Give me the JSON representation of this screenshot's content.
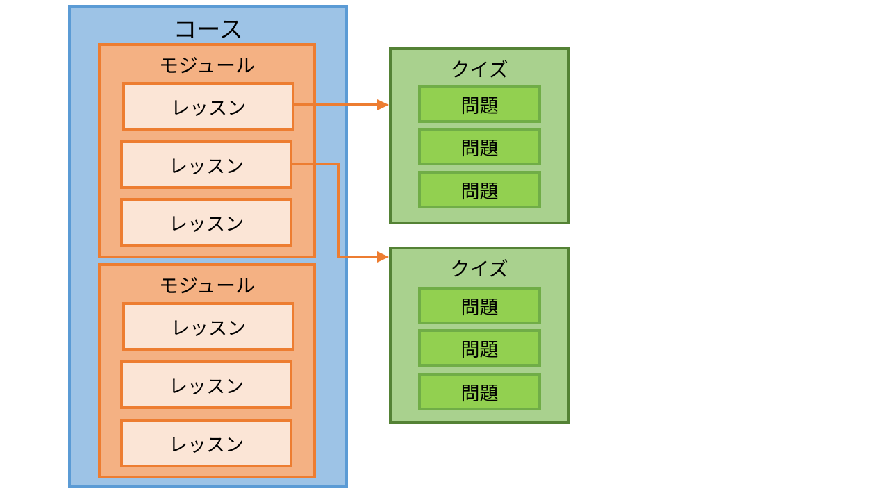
{
  "course": {
    "title": "コース"
  },
  "modules": [
    {
      "title": "モジュール",
      "lessons": [
        "レッスン",
        "レッスン",
        "レッスン"
      ]
    },
    {
      "title": "モジュール",
      "lessons": [
        "レッスン",
        "レッスン",
        "レッスン"
      ]
    }
  ],
  "quizzes": [
    {
      "title": "クイズ",
      "questions": [
        "問題",
        "問題",
        "問題"
      ]
    },
    {
      "title": "クイズ",
      "questions": [
        "問題",
        "問題",
        "問題"
      ]
    }
  ],
  "colors": {
    "course_fill": "#9dc3e6",
    "course_border": "#5b9bd5",
    "module_fill": "#f4b183",
    "module_border": "#ed7d31",
    "lesson_fill": "#fbe5d6",
    "quiz_fill": "#a9d18e",
    "quiz_border": "#548235",
    "question_fill": "#92d050",
    "question_border": "#70ad47",
    "arrow": "#ed7d31"
  }
}
